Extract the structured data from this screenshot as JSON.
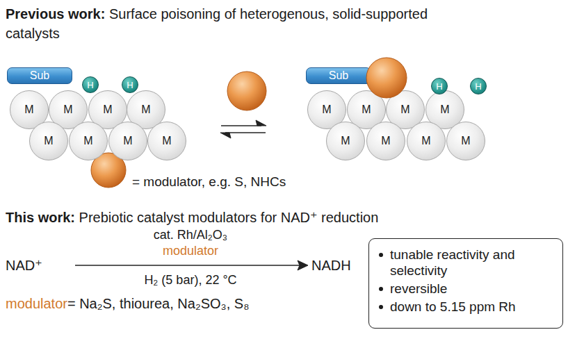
{
  "diagram": {
    "nodes": [
      {
        "text": [
          "Sub"
        ]
      },
      {
        "text": [
          "H"
        ]
      },
      {
        "text": [
          "H"
        ]
      },
      {
        "text": [
          "M"
        ]
      },
      {
        "text": [
          "M"
        ]
      },
      {
        "text": [
          "M"
        ]
      },
      {
        "text": [
          "M"
        ]
      },
      {
        "text": [
          "M"
        ]
      },
      {
        "text": [
          "M"
        ]
      },
      {
        "text": [
          "M"
        ]
      },
      {
        "text": [
          "M"
        ]
      },
      {
        "text": [
          "Sub"
        ]
      },
      {
        "text": [
          "H"
        ]
      },
      {
        "text": [
          "H"
        ]
      },
      {
        "text": [
          "M"
        ]
      },
      {
        "text": [
          "M"
        ]
      },
      {
        "text": [
          "M"
        ]
      },
      {
        "text": [
          "M"
        ]
      },
      {
        "text": [
          "M"
        ]
      },
      {
        "text": [
          "M"
        ]
      },
      {
        "text": [
          "M"
        ]
      },
      {
        "text": [
          "M"
        ]
      },
      {
        "text": [
          "tunable reactivity and selectivity",
          "reversible",
          "down to 5.15 ppm Rh"
        ]
      }
    ],
    "labels": [
      "Previous work:",
      "Surface poisoning of heterogenous, solid-supported catalysts",
      "= modulator, e.g. S, NHCs",
      "This work:",
      "Prebiotic catalyst modulators for NAD⁺ reduction",
      "NAD⁺",
      "cat. Rh/Al₂O₃",
      "modulator",
      "H₂ (5 bar), 22 °C",
      "NADH",
      "modulator",
      "= Na₂S, thiourea, Na₂SO₃, S₈"
    ]
  }
}
